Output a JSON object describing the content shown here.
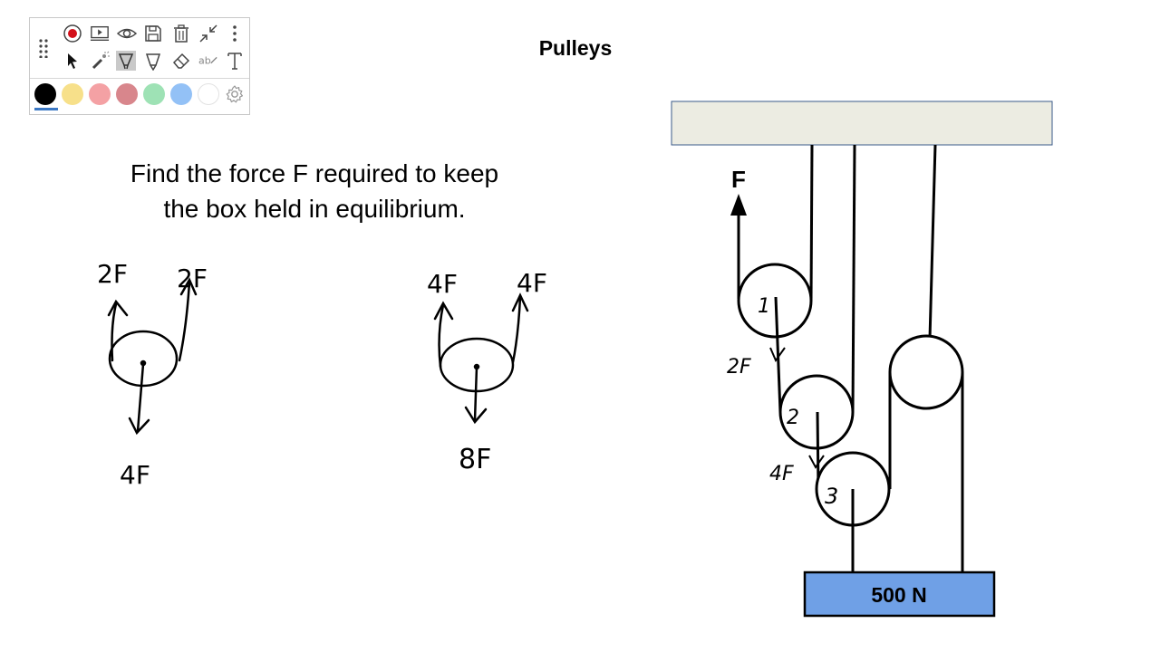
{
  "title": "Pulleys",
  "question": {
    "line1": "Find the force F required to keep",
    "line2": "the box held in equilibrium."
  },
  "toolbar": {
    "tools_row1": [
      "record-icon",
      "screen-share-icon",
      "eye-icon",
      "save-icon",
      "trash-icon",
      "collapse-icon",
      "more-vertical-icon"
    ],
    "tools_row2": [
      "pointer-icon",
      "laser-pointer-icon",
      "highlighter-icon",
      "pen-icon",
      "eraser-icon",
      "handwriting-to-text-icon",
      "text-icon"
    ],
    "active_tool": "highlighter-icon",
    "colors": [
      "#000000",
      "#f7e08a",
      "#f4a1a4",
      "#d8868c",
      "#9ee2b5",
      "#93c1f6",
      "#ffffff"
    ],
    "selected_color": "#000000"
  },
  "diagram": {
    "force_label": "F",
    "pulley_labels": [
      "1",
      "2",
      "3"
    ],
    "annotations": [
      "2F",
      "4F"
    ],
    "box_label": "500 N",
    "ceiling_color": "#ecece2",
    "box_color": "#6fa0e6"
  },
  "handwriting": {
    "left_fbd": {
      "top_left": "2F",
      "top_right": "2F",
      "bottom": "4F"
    },
    "middle_fbd": {
      "top_left": "4F",
      "top_right": "4F",
      "bottom": "8F"
    }
  }
}
